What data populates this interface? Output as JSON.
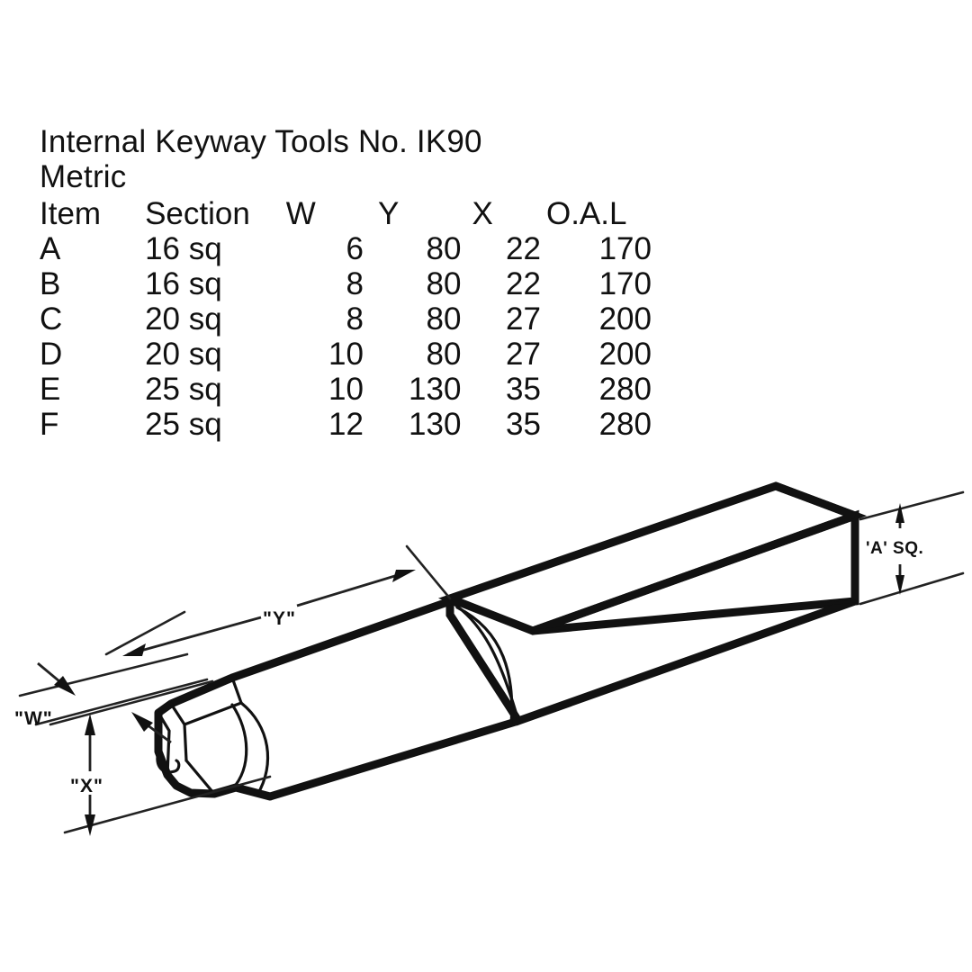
{
  "document": {
    "title": "Internal Keyway Tools No. IK90",
    "subtitle": "Metric"
  },
  "spec_table": {
    "headers": [
      "Item",
      "Section",
      "W",
      "Y",
      "X",
      "O.A.L"
    ],
    "rows": [
      {
        "item": "A",
        "section": "16 sq",
        "w": "6",
        "y": "80",
        "x": "22",
        "oal": "170"
      },
      {
        "item": "B",
        "section": "16 sq",
        "w": "8",
        "y": "80",
        "x": "22",
        "oal": "170"
      },
      {
        "item": "C",
        "section": "20 sq",
        "w": "8",
        "y": "80",
        "x": "27",
        "oal": "200"
      },
      {
        "item": "D",
        "section": "20 sq",
        "w": "10",
        "y": "80",
        "x": "27",
        "oal": "200"
      },
      {
        "item": "E",
        "section": "25 sq",
        "w": "10",
        "y": "130",
        "x": "35",
        "oal": "280"
      },
      {
        "item": "F",
        "section": "25 sq",
        "w": "12",
        "y": "130",
        "x": "35",
        "oal": "280"
      }
    ]
  },
  "drawing": {
    "caption_labels": {
      "w": "\"W\"",
      "x": "\"X\"",
      "y": "\"Y\"",
      "a_sq": "'A' SQ."
    }
  },
  "colors": {
    "background": "#ffffff",
    "ink": "#111111",
    "dimension_line": "#222222"
  }
}
